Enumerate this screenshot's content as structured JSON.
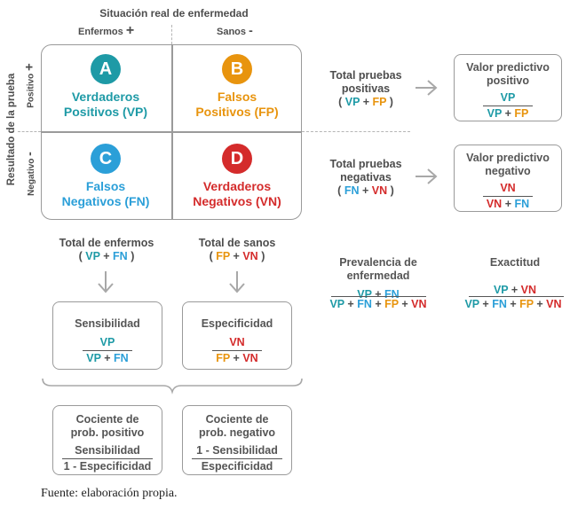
{
  "header": {
    "title": "Situación real de enfermedad",
    "enfermos": "Enfermos",
    "enfermos_sign": "+",
    "sanos": "Sanos",
    "sanos_sign": "-"
  },
  "side": {
    "title": "Resultado de la prueba",
    "positivo": "Positivo",
    "positivo_sign": "+",
    "negativo": "Negativo",
    "negativo_sign": "-"
  },
  "cells": {
    "a": {
      "letter": "A",
      "line1": "Verdaderos",
      "line2": "Positivos (VP)"
    },
    "b": {
      "letter": "B",
      "line1": "Falsos",
      "line2": "Positivos (FP)"
    },
    "c": {
      "letter": "C",
      "line1": "Falsos",
      "line2": "Negativos (FN)"
    },
    "d": {
      "letter": "D",
      "line1": "Verdaderos",
      "line2": "Negativos (VN)"
    }
  },
  "totals": {
    "pos_line1": "Total pruebas",
    "pos_line2": "positivas",
    "neg_line1": "Total pruebas",
    "neg_line2": "negativas",
    "enfermos": "Total de enfermos",
    "sanos": "Total de sanos"
  },
  "tokens": {
    "vp": "VP",
    "fp": "FP",
    "fn": "FN",
    "vn": "VN",
    "plus": "+",
    "lp": "(",
    "rp": ")"
  },
  "vpp": {
    "line1": "Valor predictivo",
    "line2": "positivo"
  },
  "vpn": {
    "line1": "Valor predictivo",
    "line2": "negativo"
  },
  "prevalencia": {
    "line1": "Prevalencia de",
    "line2": "enfermedad"
  },
  "exactitud": "Exactitud",
  "sensibilidad": "Sensibilidad",
  "especificidad": "Especificidad",
  "cociente_pos": {
    "line1": "Cociente de",
    "line2": "prob. positivo",
    "num": "Sensibilidad",
    "den": "1 - Especificidad"
  },
  "cociente_neg": {
    "line1": "Cociente de",
    "line2": "prob. negativo",
    "num": "1 - Sensibilidad",
    "den": "Especificidad"
  },
  "source": "Fuente: elaboración propia.",
  "colors": {
    "teal": "#1e9aa6",
    "orange": "#e8940e",
    "blue": "#2b9fd8",
    "red": "#d42b2b",
    "gray": "#9a9a9a"
  }
}
